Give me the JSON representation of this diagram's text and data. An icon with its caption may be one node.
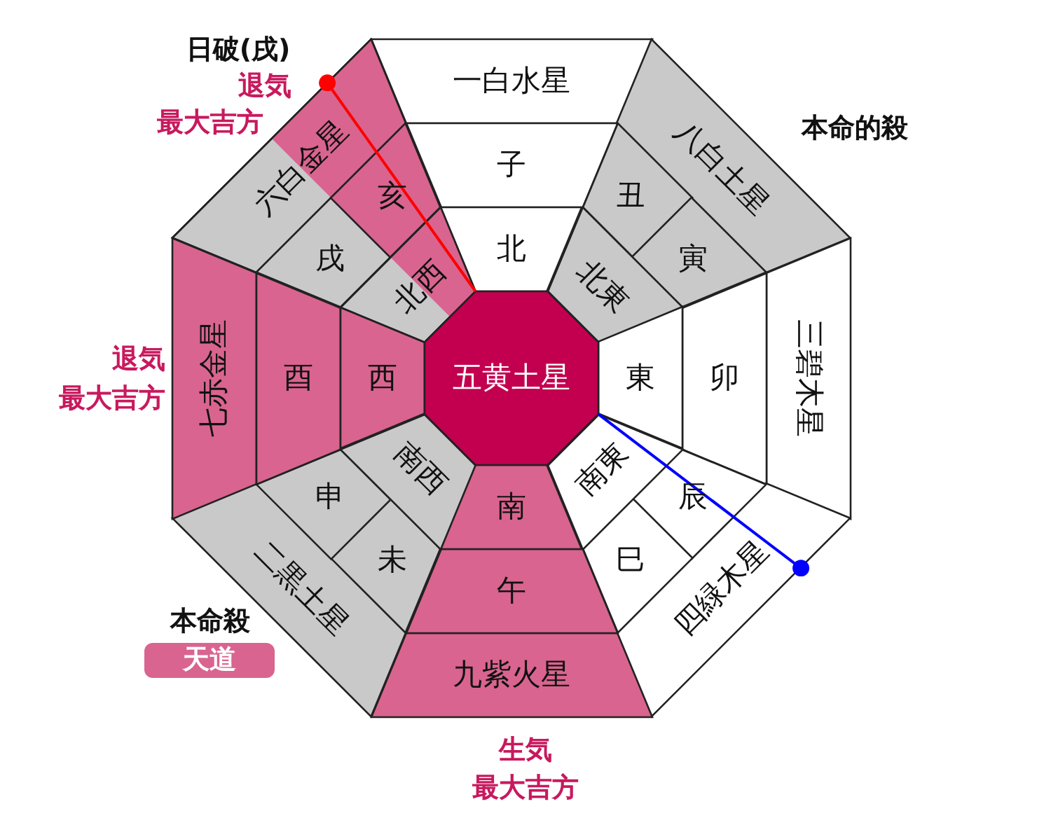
{
  "diagram": {
    "nodes": [
      {
        "text": [
          "一白水星"
        ]
      },
      {
        "text": [
          "子"
        ]
      },
      {
        "text": [
          "北"
        ]
      },
      {
        "text": [
          "八白土星"
        ]
      },
      {
        "text": [
          "丑"
        ]
      },
      {
        "text": [
          "寅"
        ]
      },
      {
        "text": [
          "北東"
        ]
      },
      {
        "text": [
          "三碧木星"
        ]
      },
      {
        "text": [
          "卯"
        ]
      },
      {
        "text": [
          "東"
        ]
      },
      {
        "text": [
          "四緑木星"
        ]
      },
      {
        "text": [
          "辰"
        ]
      },
      {
        "text": [
          "巳"
        ]
      },
      {
        "text": [
          "南東"
        ]
      },
      {
        "text": [
          "九紫火星"
        ]
      },
      {
        "text": [
          "午"
        ]
      },
      {
        "text": [
          "南"
        ]
      },
      {
        "text": [
          "二黒土星"
        ]
      },
      {
        "text": [
          "未"
        ]
      },
      {
        "text": [
          "申"
        ]
      },
      {
        "text": [
          "南西"
        ]
      },
      {
        "text": [
          "七赤金星"
        ]
      },
      {
        "text": [
          "酉"
        ]
      },
      {
        "text": [
          "西"
        ]
      },
      {
        "text": [
          "六白金星"
        ]
      },
      {
        "text": [
          "戌"
        ]
      },
      {
        "text": [
          "亥"
        ]
      },
      {
        "text": [
          "北西"
        ]
      },
      {
        "text": [
          "五黄土星"
        ]
      },
      {
        "text": [
          "天道"
        ]
      }
    ],
    "edges": [
      {
        "from": 24,
        "to": 28,
        "arrow": "other",
        "color": "#ff0000"
      },
      {
        "from": 10,
        "to": 28,
        "arrow": "other",
        "color": "#0000ff"
      }
    ],
    "labels": [
      "日破(戌)",
      "退気",
      "最大吉方",
      "本命的殺",
      "退気",
      "最大吉方",
      "本命殺",
      "生気",
      "最大吉方"
    ]
  }
}
